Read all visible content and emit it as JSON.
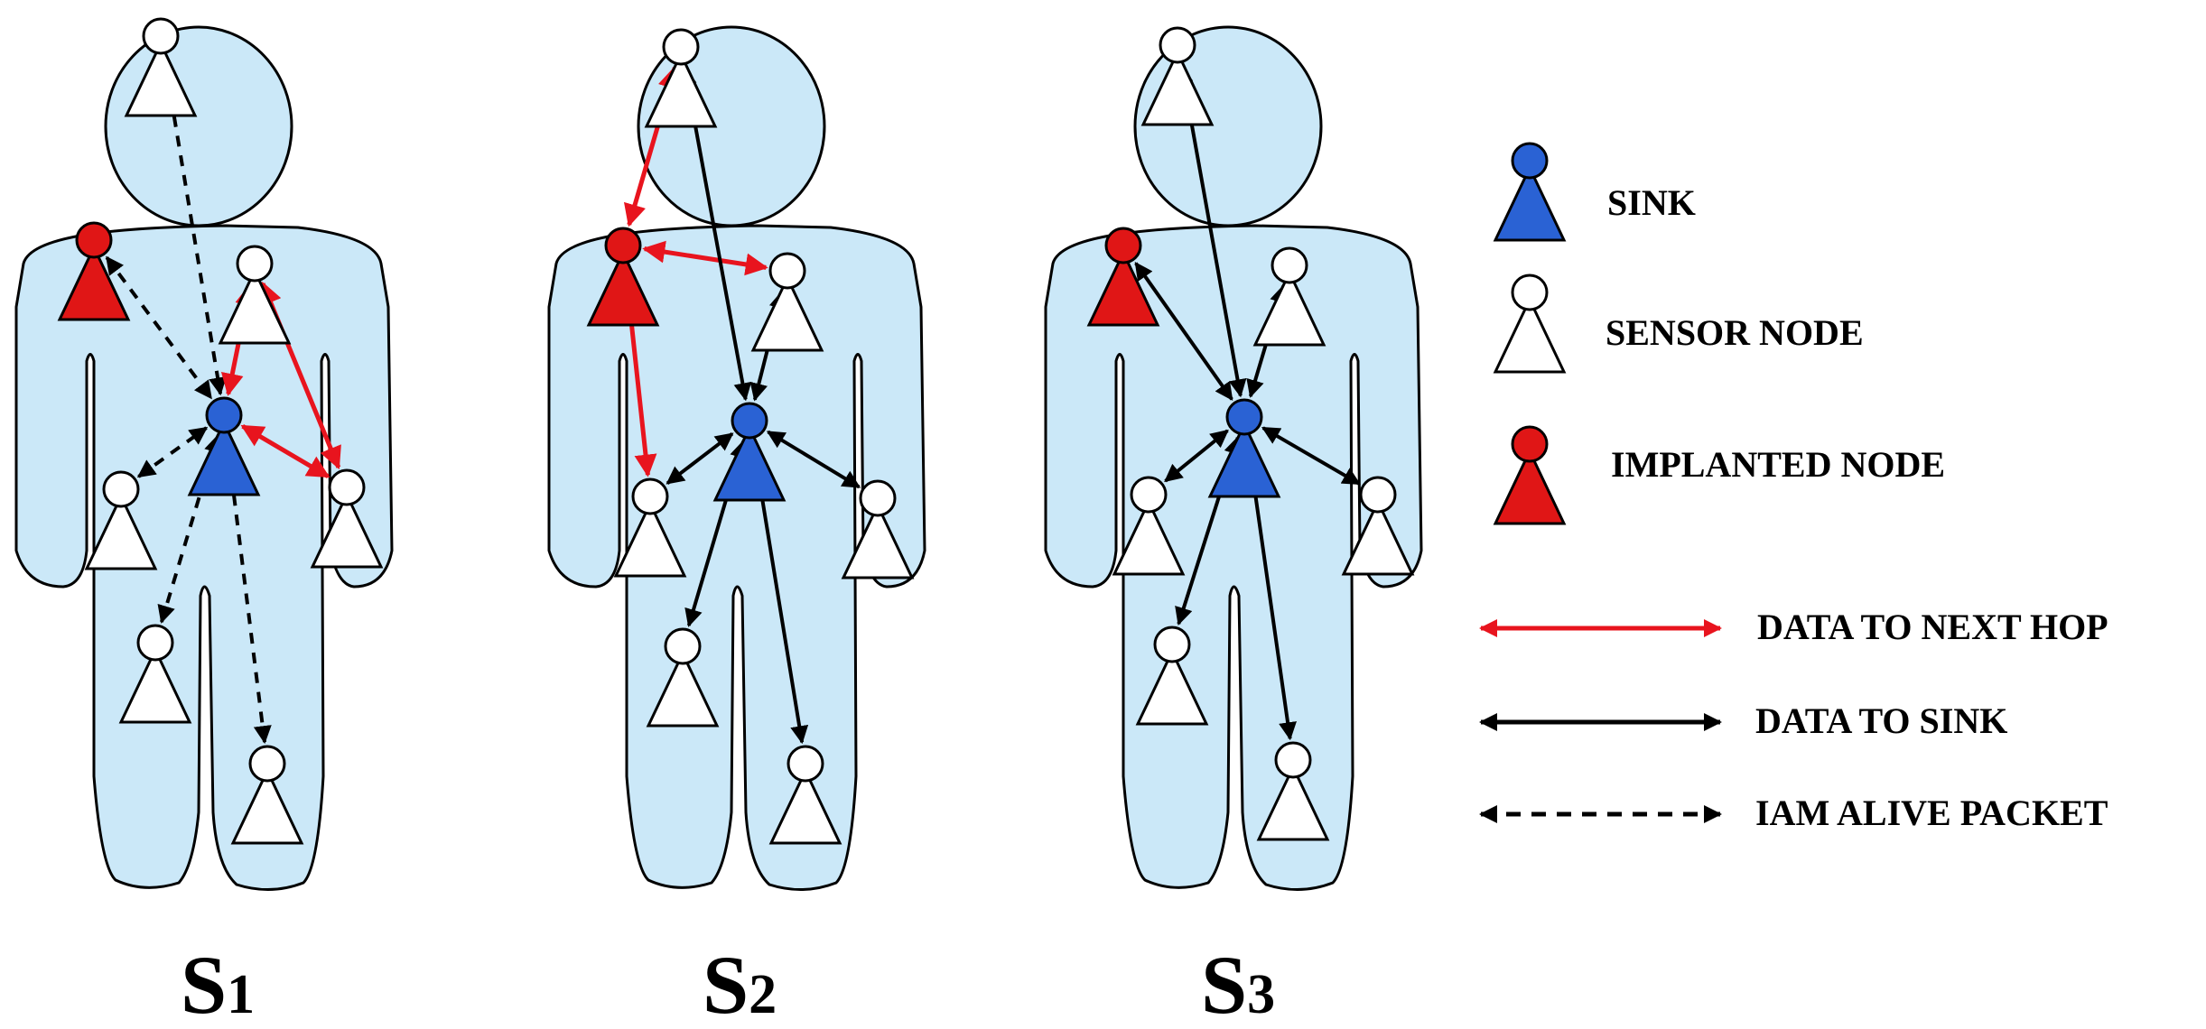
{
  "colors": {
    "body_fill": "#cbe8f8",
    "body_stroke": "#000000",
    "sink": "#2a62d4",
    "implanted": "#e01616",
    "sensor": "#ffffff",
    "data_to_next_hop": "#e8141e",
    "data_to_sink": "#000000",
    "iam_alive": "#000000"
  },
  "scenarios": [
    {
      "id": "s1",
      "label_main": "S",
      "label_sub": "1"
    },
    {
      "id": "s2",
      "label_main": "S",
      "label_sub": "2"
    },
    {
      "id": "s3",
      "label_main": "S",
      "label_sub": "3"
    }
  ],
  "legend": {
    "nodes": [
      {
        "type": "sink",
        "label": "SINK"
      },
      {
        "type": "sensor",
        "label": "SENSOR NODE"
      },
      {
        "type": "implanted",
        "label": "IMPLANTED NODE"
      }
    ],
    "links": [
      {
        "type": "data_to_next_hop",
        "label": "DATA TO NEXT HOP"
      },
      {
        "type": "data_to_sink",
        "label": "DATA TO SINK"
      },
      {
        "type": "iam_alive",
        "label": "IAM ALIVE PACKET"
      }
    ]
  }
}
